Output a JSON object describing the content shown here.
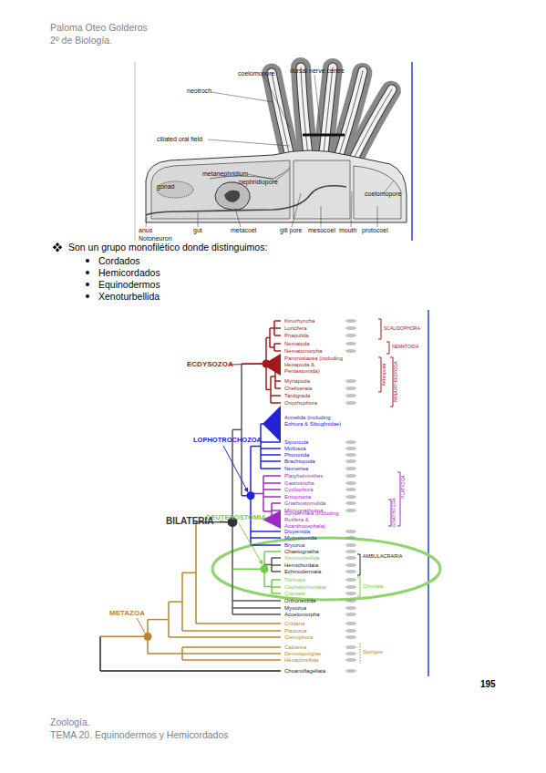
{
  "diagram": {
    "labels": [
      "Paloma Oteo Golderos",
      "2º de Biología.",
      "coelomopore",
      "dorsal nerve centre",
      "neotroch",
      "ciliated oral field",
      "metanephridium",
      "nephridiopore",
      "gonad",
      "coelomopore",
      "anus",
      "gut",
      "metacoel",
      "gill pore",
      "mesocoel",
      "mouth",
      "protocoel",
      "Notoneuron",
      "Son un grupo monofilético donde distinguimos:",
      "Cordados",
      "Hemicordados",
      "Equinodermos",
      "Xenoturbellida",
      "Kinorhyncha",
      "Loricifera",
      "Priapulida",
      "Nematoda",
      "Nematomorpha",
      "Pancrustacea (including Hexapoda & Pentastomida)",
      "Myriapoda",
      "Chelicerata",
      "Tardigrada",
      "Onychophora",
      "Annelida (including Echiura & Siboglinidae)",
      "Sipuncula",
      "Mollusca",
      "Phoronida",
      "Brachiopoda",
      "Nemertea",
      "Platyhelminthes",
      "Gastrotricha",
      "Cycliophora",
      "Entoprocta",
      "Gnathostomulida",
      "Micrognathozoa",
      "Syndermata (including Rotifera & Acanthocephala)",
      "Dicyemida",
      "Myzostomida",
      "Bryozoa",
      "Chaetognatha",
      "Xenoturbellida",
      "Hemichordata",
      "Echinodermata",
      "Tunicata",
      "Cephalochordata",
      "Craniata",
      "Orthonectida",
      "Myxozoa",
      "Acoelomorpha",
      "Cnidaria",
      "Placozoa",
      "Ctenophora",
      "Calcarea",
      "Demospongiae",
      "Hexactinellida",
      "Choanoflagellata",
      "ECDYSOZOA",
      "LOPHOTROCHOZOA",
      "DEUTEROSTOMIA",
      "BILATERIA",
      "METAZOA",
      "SCALIDOPHORA",
      "NEMATOIDA",
      "Arthropoda",
      "PANARTHROPODA",
      "PLATYZOA",
      "GNATHIFERA",
      "AMBULACRARIA",
      "Chordata",
      "Sponges",
      "195",
      "Zoología.",
      "TEMA 20. Equinodermos y Hemicordados"
    ]
  }
}
